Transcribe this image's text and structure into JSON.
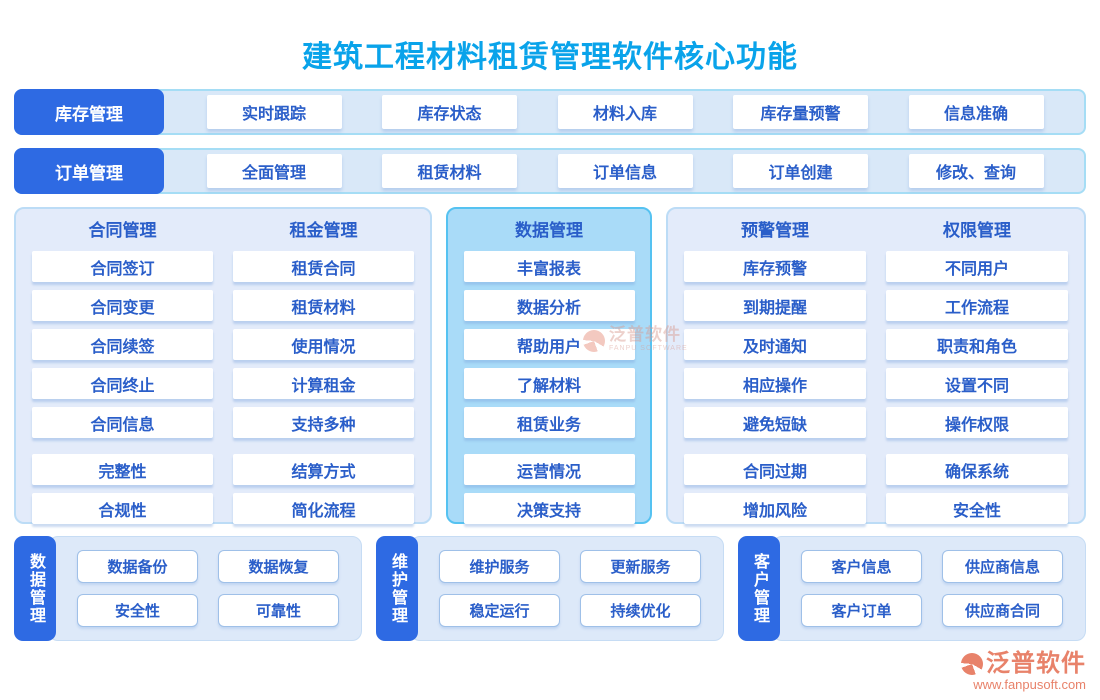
{
  "page": {
    "title": "建筑工程材料租赁管理软件核心功能"
  },
  "colors": {
    "primary_blue": "#2e6ae3",
    "title_cyan": "#09a3ea",
    "text_blue": "#2a5ec9",
    "row_fill": "#d9e8f8",
    "panel_fill": "#e3ebfa",
    "highlight_fill": "#a9dbf8",
    "highlight_border": "#55c2f1",
    "logo_orange": "#e8826a"
  },
  "top_rows": [
    {
      "tab": "库存管理",
      "items": [
        "实时跟踪",
        "库存状态",
        "材料入库",
        "库存量预警",
        "信息准确"
      ]
    },
    {
      "tab": "订单管理",
      "items": [
        "全面管理",
        "租赁材料",
        "订单信息",
        "订单创建",
        "修改、查询"
      ]
    }
  ],
  "panels": [
    {
      "columns": [
        {
          "header": "合同管理",
          "items": [
            "合同签订",
            "合同变更",
            "合同续签",
            "合同终止",
            "合同信息",
            "完整性",
            "合规性"
          ]
        },
        {
          "header": "租金管理",
          "items": [
            "租赁合同",
            "租赁材料",
            "使用情况",
            "计算租金",
            "支持多种",
            "结算方式",
            "简化流程"
          ]
        }
      ]
    },
    {
      "columns": [
        {
          "header": "数据管理",
          "items": [
            "丰富报表",
            "数据分析",
            "帮助用户",
            "了解材料",
            "租赁业务",
            "运营情况",
            "决策支持"
          ]
        }
      ]
    },
    {
      "columns": [
        {
          "header": "预警管理",
          "items": [
            "库存预警",
            "到期提醒",
            "及时通知",
            "相应操作",
            "避免短缺",
            "合同过期",
            "增加风险"
          ]
        },
        {
          "header": "权限管理",
          "items": [
            "不同用户",
            "工作流程",
            "职责和角色",
            "设置不同",
            "操作权限",
            "确保系统",
            "安全性"
          ]
        }
      ]
    }
  ],
  "bottom_groups": [
    {
      "tab": "数据管理",
      "items": [
        "数据备份",
        "数据恢复",
        "安全性",
        "可靠性"
      ]
    },
    {
      "tab": "维护管理",
      "items": [
        "维护服务",
        "更新服务",
        "稳定运行",
        "持续优化"
      ]
    },
    {
      "tab": "客户管理",
      "items": [
        "客户信息",
        "供应商信息",
        "客户订单",
        "供应商合同"
      ]
    }
  ],
  "watermark": {
    "text": "泛普软件",
    "subtext": "FANPU SOFTWARE"
  },
  "logo": {
    "text": "泛普软件",
    "url": "www.fanpusoft.com"
  }
}
